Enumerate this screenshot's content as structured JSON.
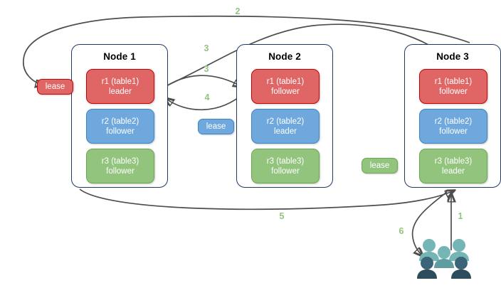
{
  "diagram": {
    "title_hidden": "Raft multi-replica lease transfer flow",
    "colors": {
      "replica_red": "#e06666",
      "replica_blue": "#6fa8dc",
      "replica_green": "#93c47d",
      "node_border": "#1f3864",
      "arrow": "#4d4d4d",
      "label_green": "#93c47d",
      "client_light": "#76b5b5",
      "client_dark": "#3c6478",
      "client_darkest": "#2e4d5c"
    },
    "nodes": [
      {
        "id": "node-1",
        "title": "Node 1",
        "replicas": [
          {
            "name": "r1 (table1)",
            "role": "leader",
            "color": "red"
          },
          {
            "name": "r2 (table2)",
            "role": "follower",
            "color": "blue"
          },
          {
            "name": "r3 (table3)",
            "role": "follower",
            "color": "green"
          }
        ]
      },
      {
        "id": "node-2",
        "title": "Node 2",
        "replicas": [
          {
            "name": "r1 (table1)",
            "role": "follower",
            "color": "red"
          },
          {
            "name": "r2 (table2)",
            "role": "leader",
            "color": "blue"
          },
          {
            "name": "r3 (table3)",
            "role": "follower",
            "color": "green"
          }
        ]
      },
      {
        "id": "node-3",
        "title": "Node 3",
        "replicas": [
          {
            "name": "r1 (table1)",
            "role": "follower",
            "color": "red"
          },
          {
            "name": "r2 (table2)",
            "role": "follower",
            "color": "blue"
          },
          {
            "name": "r3 (table3)",
            "role": "leader",
            "color": "green"
          }
        ]
      }
    ],
    "leases": [
      {
        "id": "lease-red",
        "label": "lease",
        "color": "red"
      },
      {
        "id": "lease-blue",
        "label": "lease",
        "color": "blue"
      },
      {
        "id": "lease-green",
        "label": "lease",
        "color": "green"
      }
    ],
    "edge_labels": [
      {
        "id": "label-2",
        "text": "2"
      },
      {
        "id": "label-3a",
        "text": "3"
      },
      {
        "id": "label-3b",
        "text": "3"
      },
      {
        "id": "label-4",
        "text": "4"
      },
      {
        "id": "label-5",
        "text": "5"
      },
      {
        "id": "label-1",
        "text": "1"
      },
      {
        "id": "label-6",
        "text": "6"
      }
    ],
    "client": {
      "icon": "users-icon"
    }
  }
}
